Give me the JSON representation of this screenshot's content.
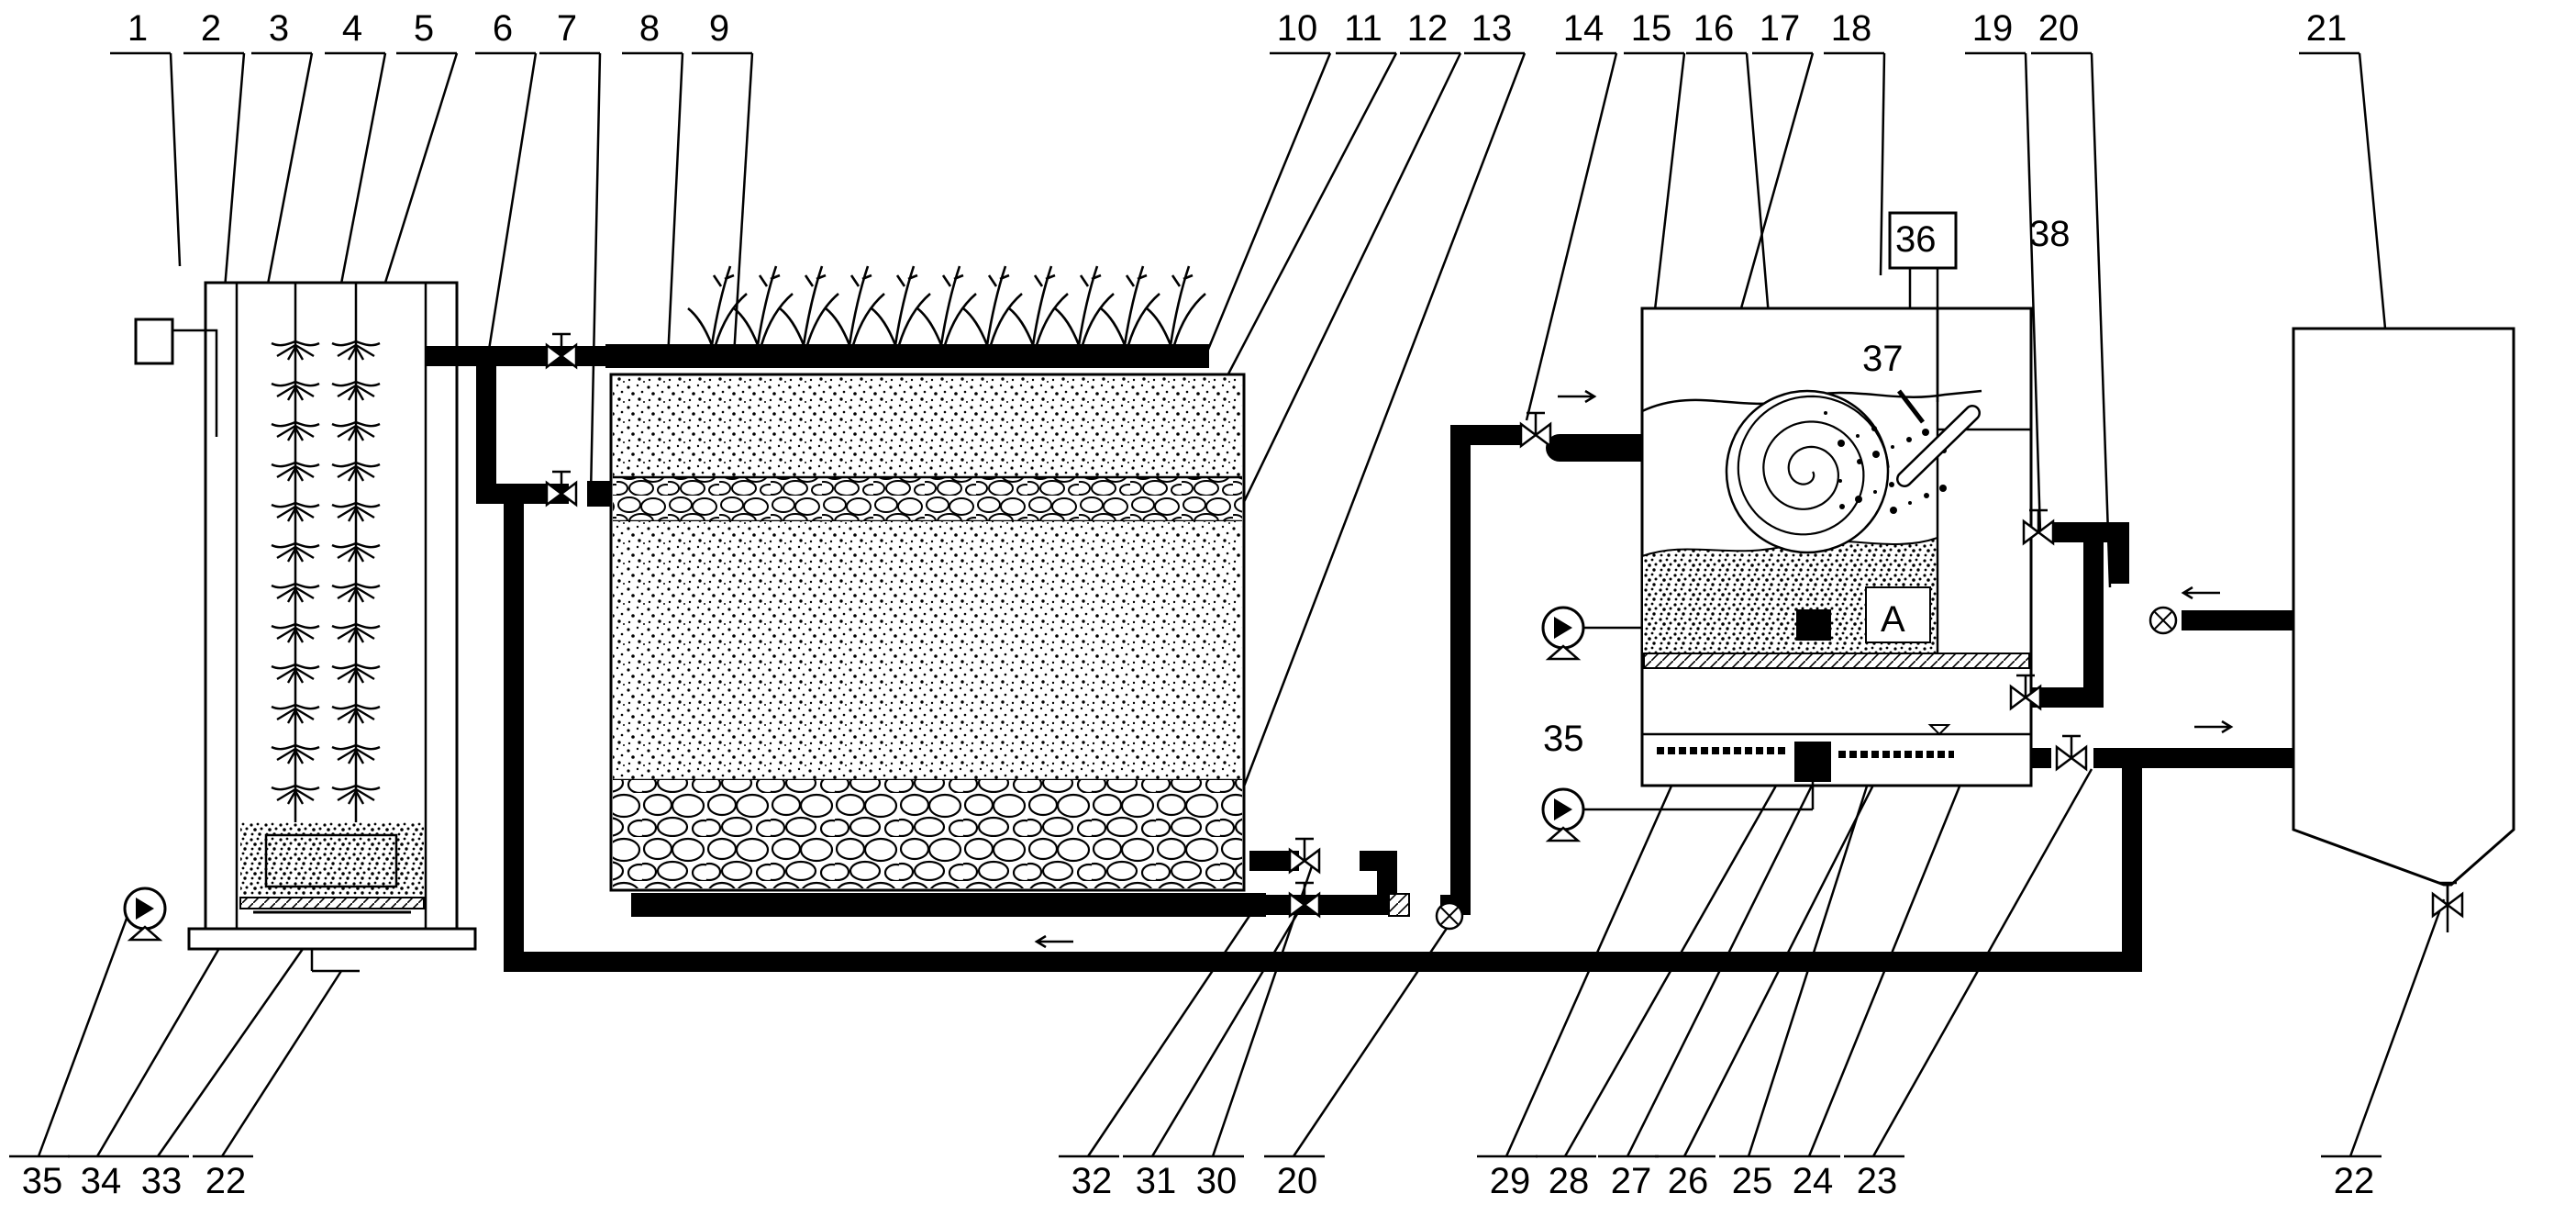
{
  "labels_top": [
    "1",
    "2",
    "3",
    "4",
    "5",
    "6",
    "7",
    "8",
    "9",
    "10",
    "11",
    "12",
    "13",
    "14",
    "15",
    "16",
    "17",
    "18",
    "19",
    "20",
    "21"
  ],
  "labels_bottom": [
    "35",
    "34",
    "33",
    "22",
    "32",
    "31",
    "30",
    "20",
    "29",
    "28",
    "27",
    "26",
    "25",
    "24",
    "23",
    "22"
  ],
  "label_35_mid": "35",
  "label_36": "36",
  "label_37": "37",
  "label_38": "38",
  "label_A": "A",
  "colors": {
    "ink": "#000000",
    "paper": "#ffffff"
  }
}
